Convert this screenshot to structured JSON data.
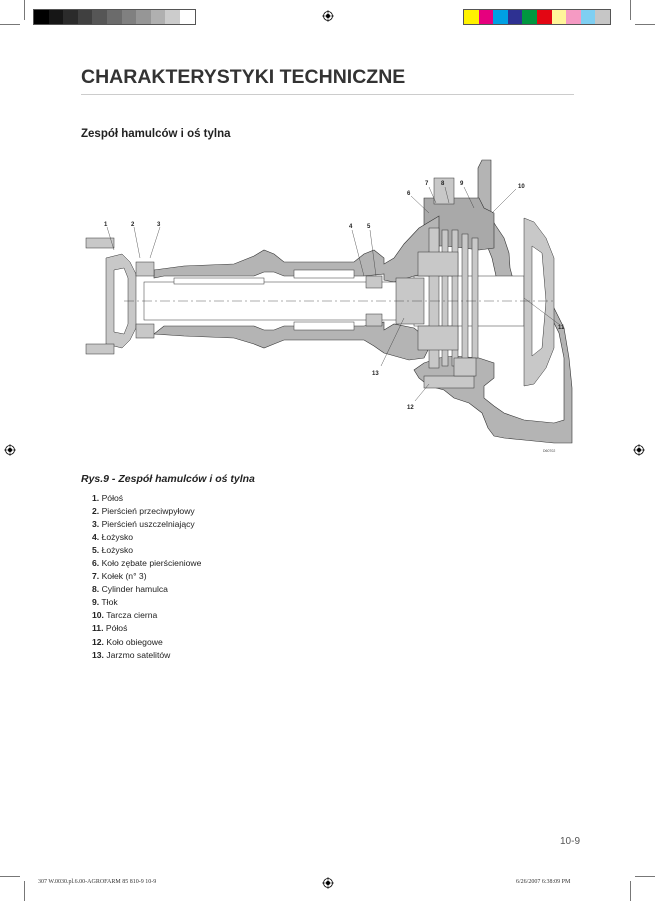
{
  "print_marks": {
    "gray_swatches": [
      "#000000",
      "#161616",
      "#2b2b2b",
      "#404040",
      "#565656",
      "#6b6b6b",
      "#808080",
      "#969696",
      "#b0b0b0",
      "#cccccc",
      "#ffffff"
    ],
    "color_swatches": [
      "#fff200",
      "#e6007e",
      "#00a0e3",
      "#2e3192",
      "#009640",
      "#e30613",
      "#fff59a",
      "#f59ac3",
      "#7fcff2",
      "#c6c6c6"
    ]
  },
  "heading": "CHARAKTERYSTYKI TECHNICZNE",
  "subheading": "Zespół hamulców i oś tylna",
  "figure": {
    "caption": "Rys.9 - Zespół hamulców i oś tylna",
    "callouts": [
      "1",
      "2",
      "3",
      "4",
      "5",
      "6",
      "7",
      "8",
      "9",
      "10",
      "11",
      "12",
      "13"
    ],
    "drawing_code": "D60702"
  },
  "parts": [
    {
      "num": "1.",
      "label": "Półoś"
    },
    {
      "num": "2.",
      "label": "Pierścień przeciwpyłowy"
    },
    {
      "num": "3.",
      "label": "Pierścień uszczelniający"
    },
    {
      "num": "4.",
      "label": "Łożysko"
    },
    {
      "num": "5.",
      "label": "Łożysko"
    },
    {
      "num": "6.",
      "label": "Koło zębate pierścieniowe"
    },
    {
      "num": "7.",
      "label": "Kołek (n° 3)"
    },
    {
      "num": "8.",
      "label": "Cylinder hamulca"
    },
    {
      "num": "9.",
      "label": "Tłok"
    },
    {
      "num": "10.",
      "label": "Tarcza cierna"
    },
    {
      "num": "11.",
      "label": "Półoś"
    },
    {
      "num": "12.",
      "label": "Koło obiegowe"
    },
    {
      "num": "13.",
      "label": "Jarzmo satelitów"
    }
  ],
  "page_number": "10-9",
  "footer": {
    "left": "307 W.0030.pl.6.00-AGROFARM 85 810-9   10-9",
    "right": "6/26/2007   6:38:09 PM"
  }
}
